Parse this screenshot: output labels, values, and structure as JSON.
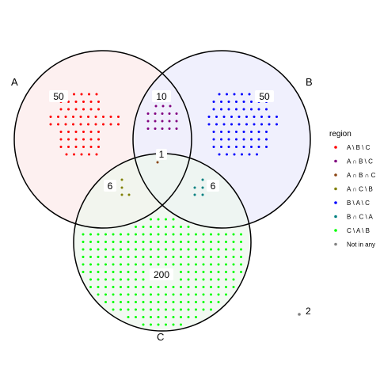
{
  "sets": [
    {
      "id": "A",
      "label": "A",
      "fill": "#fdeeee"
    },
    {
      "id": "B",
      "label": "B",
      "fill": "#eeeefd"
    },
    {
      "id": "C",
      "label": "C",
      "fill": "#eef7ee"
    }
  ],
  "regions": [
    {
      "id": "a_only",
      "legend": "A \\ B \\ C",
      "color": "#ff0000",
      "count": "50"
    },
    {
      "id": "ab_only",
      "legend": "A ∩ B \\ C",
      "color": "#800080",
      "count": "10"
    },
    {
      "id": "abc",
      "legend": "A ∩ B ∩ C",
      "color": "#8b4513",
      "count": "1"
    },
    {
      "id": "ac_only",
      "legend": "A ∩ C \\ B",
      "color": "#808000",
      "count": "6"
    },
    {
      "id": "b_only",
      "legend": "B \\ A \\ C",
      "color": "#0000ff",
      "count": "50"
    },
    {
      "id": "bc_only",
      "legend": "B ∩ C \\ A",
      "color": "#008080",
      "count": "6"
    },
    {
      "id": "c_only",
      "legend": "C \\ A \\ B",
      "color": "#00ff00",
      "count": "200"
    },
    {
      "id": "none",
      "legend": "Not in any",
      "color": "#808080",
      "count": "2"
    }
  ],
  "legend": {
    "title": "region"
  }
}
